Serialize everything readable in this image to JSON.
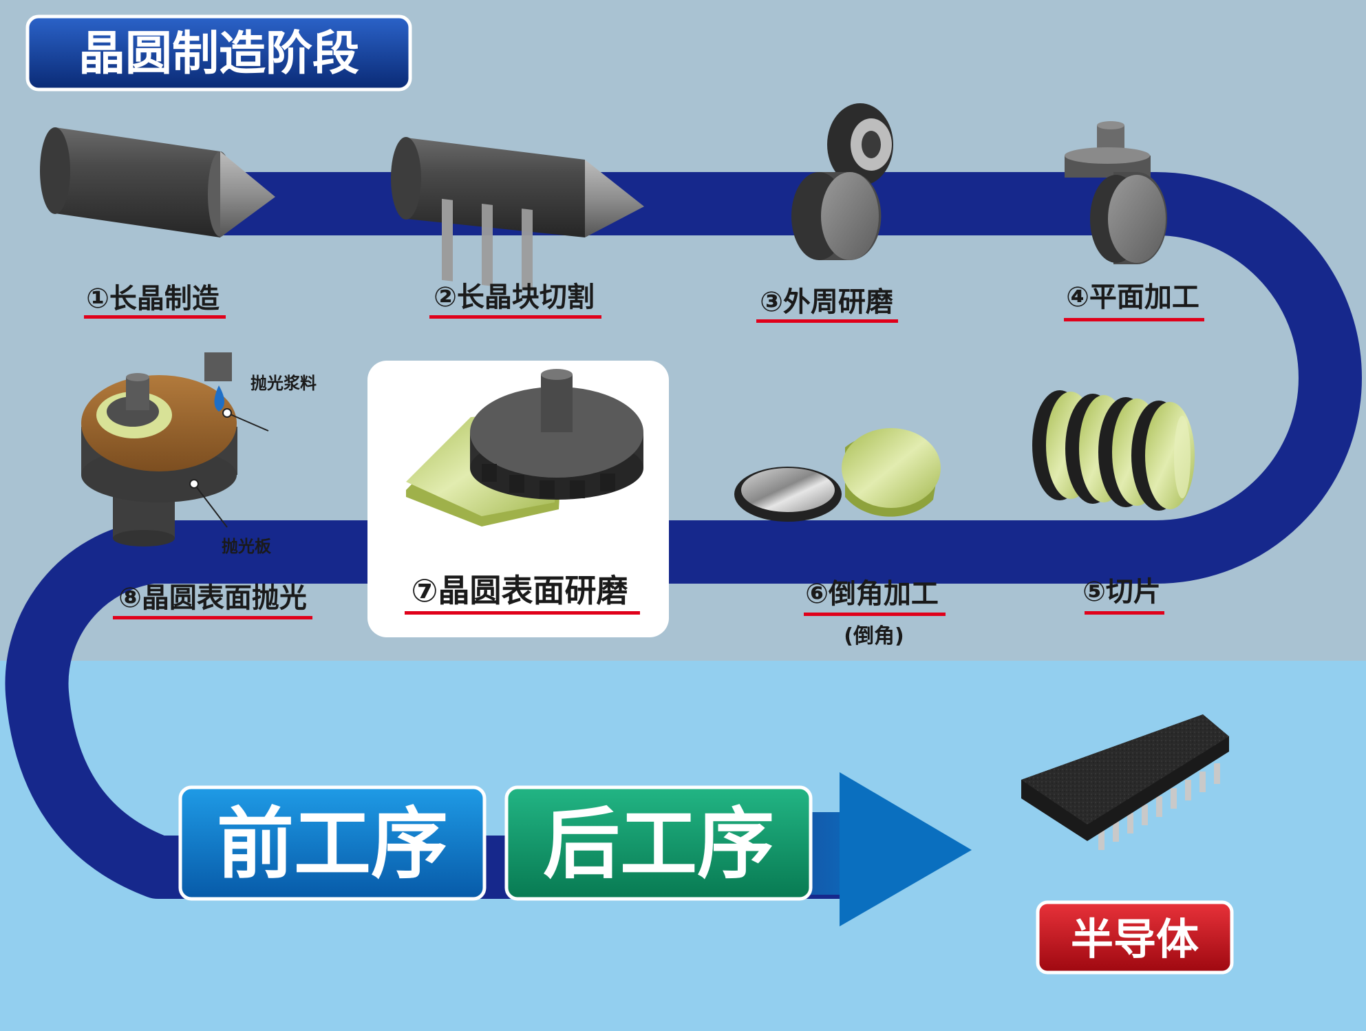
{
  "title": "晶圆制造阶段",
  "steps": [
    {
      "label": "①长晶制造"
    },
    {
      "label": "②长晶块切割"
    },
    {
      "label": "③外周研磨"
    },
    {
      "label": "④平面加工"
    },
    {
      "label": "⑤切片"
    },
    {
      "label": "⑥倒角加工",
      "sub": "(倒角)"
    },
    {
      "label": "⑦晶圆表面研磨"
    },
    {
      "label": "⑧晶圆表面抛光"
    }
  ],
  "annotations": {
    "slurry": "抛光浆料",
    "pad": "抛光板"
  },
  "stages": {
    "front": "前工序",
    "back": "后工序"
  },
  "result": "半导体",
  "colors": {
    "top_bg": "#a9c2d2",
    "bottom_bg": "#93cfef",
    "flow": "#16288c",
    "title_box": "#0e3a8f",
    "front_box": "#0b78c8",
    "back_box": "#109a6a",
    "result_box": "#c01019",
    "underline": "#e0001a",
    "wafer": "#c5d67a"
  }
}
